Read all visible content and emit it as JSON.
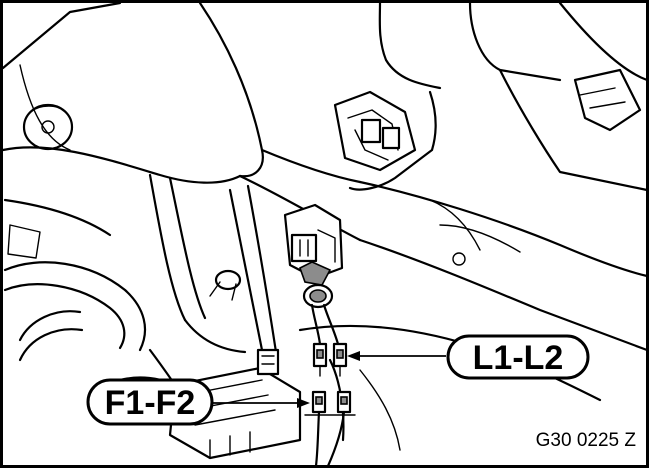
{
  "callouts": {
    "l_label": "L1-L2",
    "f_label": "F1-F2"
  },
  "reference_code": "G30 0225 Z"
}
